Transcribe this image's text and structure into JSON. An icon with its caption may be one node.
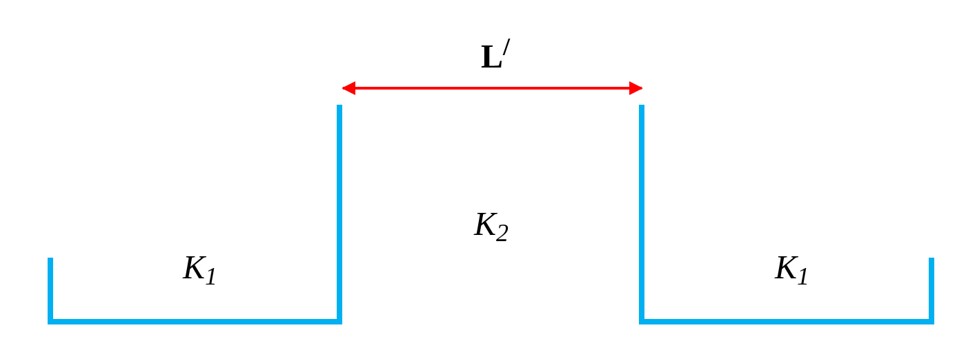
{
  "diagram": {
    "labels": [
      "L$^{/}$",
      "K$_{2}$",
      "K$_{1}$",
      "K$_{1}$"
    ]
  }
}
